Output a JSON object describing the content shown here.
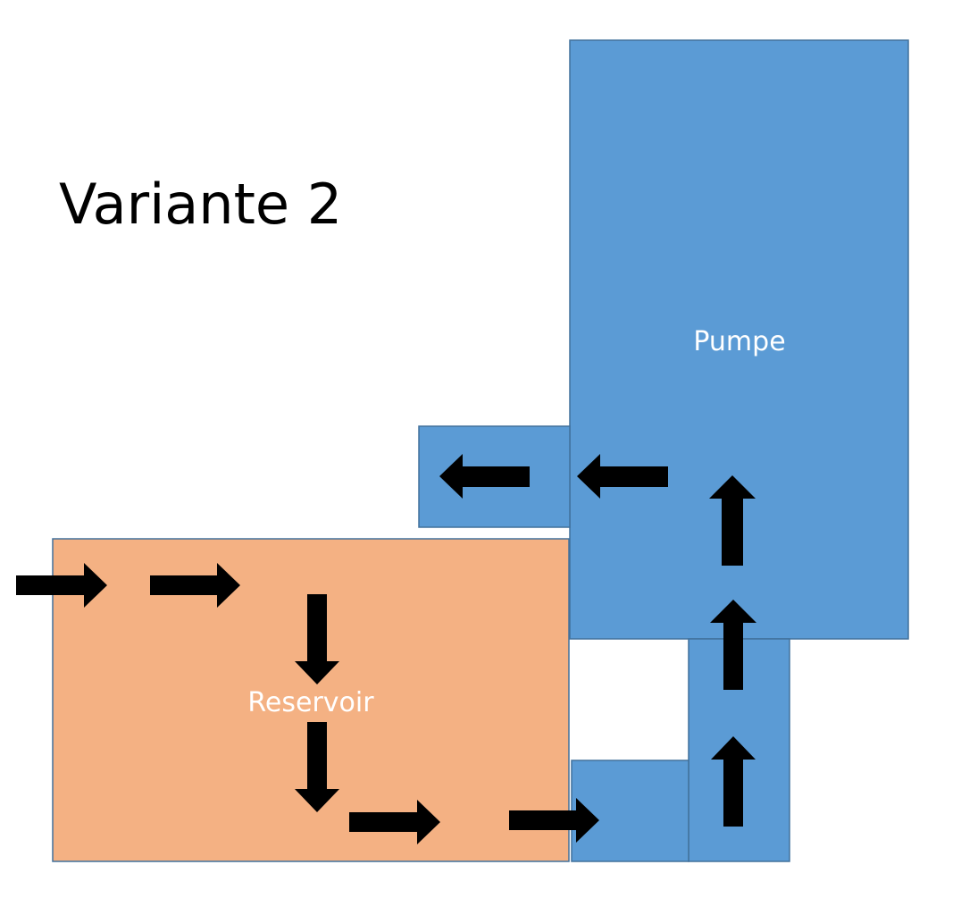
{
  "diagram": {
    "title": "Variante 2",
    "labels": {
      "pump": "Pumpe",
      "reservoir": "Reservoir"
    },
    "colors": {
      "pump_fill": "#5b9bd5",
      "reservoir_fill": "#f4b183",
      "outline": "#41719c",
      "arrow": "#000000",
      "label_text": "#ffffff"
    },
    "flow_directions": [
      "right",
      "right",
      "down",
      "down",
      "right",
      "right",
      "up",
      "up",
      "up",
      "left",
      "left"
    ]
  }
}
